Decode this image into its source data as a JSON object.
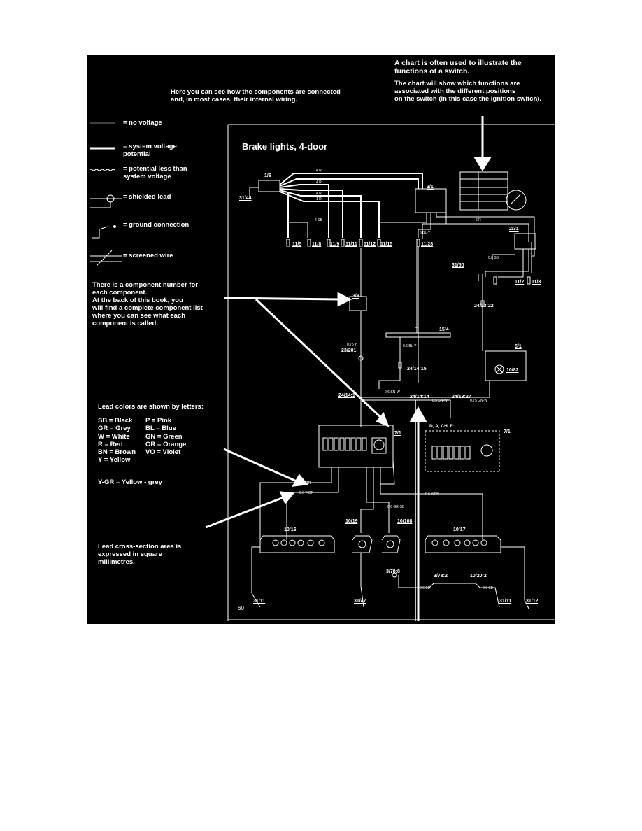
{
  "annotations": {
    "chart_note": "A chart is often used to illustrate the\nfunctions of a switch.",
    "chart_note2": "The chart will show which functions are\nassociated with the different positions\non the switch (in this case the ignition switch).",
    "components_note": "Here you can see how the components are connected\nand, in most cases, their internal wiring.",
    "component_number_note": "There is a component number for\neach component.\nAt the back of this book, you\nwill find a complete component list\nwhere you can see what each\ncomponent is called.",
    "lead_colors_title": "Lead colors are shown by letters:",
    "lead_colors_left": "SB = Black\nGR = Grey\nW = White\nR = Red\nBN = Brown\nY = Yellow",
    "lead_colors_right": "P = Pink\nBL = Blue\nGN = Green\nOR = Orange\nVO = Violet",
    "ygr_note": "Y-GR = Yellow - grey",
    "cross_section_note": "Lead cross-section area is\nexpressed in square\nmillimetres."
  },
  "legend": {
    "no_voltage": "= no voltage",
    "system_voltage": "= system voltage\n   potential",
    "less_voltage": "= potential less than\n   system voltage",
    "shielded": "= shielded lead",
    "ground": "= ground connection",
    "screened": "= screened wire"
  },
  "diagram": {
    "title": "Brake lights, 4-door",
    "page_number": "60",
    "variant_label": "D, A, CH, E:",
    "components": {
      "c1_6": "1/6",
      "c31_44": "31/44",
      "c3_1": "3/1",
      "c2_31": "2/31",
      "f11_5": "11/5",
      "f11_8": "11/8",
      "f11_9": "11/9",
      "f11_11": "11/11",
      "f11_12": "11/12",
      "f11_15": "11/15",
      "f11_28": "11/28",
      "c31_50": "31/50",
      "f11_2": "11/2",
      "f11_3": "11/3",
      "c3_9": "3/9",
      "c24_13_22": "24/13:22",
      "c15_4": "15/4",
      "c23_201": "23/201",
      "c5_1": "5/1",
      "c24_14_15": "24/14:15",
      "c24_14_1": "24/14:1",
      "c24_14_14": "24/14:14",
      "c24_13_27": "24/13:27",
      "c7_1a": "7/1",
      "c7_1b": "7/1",
      "c10_16": "10/16",
      "c10_19": "10/19",
      "c10_108": "10/108",
      "c10_17": "10/17",
      "c3_78_8": "3/78:8",
      "c3_78_2": "3/78:2",
      "c10_20_2": "10/20:2",
      "c31_11a": "31/11",
      "c31_47": "31/47",
      "c31_11b": "31/11",
      "c31_12": "31/12",
      "c10_82": "10/82"
    },
    "wire_labels": {
      "w4r_a": "4 R",
      "w4r_b": "4 R",
      "w4r_c": "4 R",
      "w1r": "1 R",
      "w6r": "6 R",
      "w4sb": "4 SB",
      "w6bly": "6 BL-Y",
      "w06sb": "0.6 SB",
      "w075y": "0.75 Y",
      "w06bly": "0.6 BL-Y",
      "w06snw": "0.6 SN-W",
      "w05snw": "0.5 SN-W",
      "w075gnw": "0.75 GN-W",
      "w06ygr": "0.6 Y-GR",
      "w06ygr2": "0.6 Y-GR",
      "w06grsb": "0.6 GR-SB",
      "w06ybn": "0.6 Y-BN",
      "w06sb2": "0.6 SB",
      "w06sb3": "0.6 SB"
    }
  },
  "colors": {
    "background": "#000000",
    "page": "#ffffff",
    "wire": "#ffffff"
  },
  "icons": [
    "arrow-down-icon",
    "arrow-up-icon",
    "lamp-icon",
    "ground-icon",
    "ignition-switch-icon"
  ]
}
